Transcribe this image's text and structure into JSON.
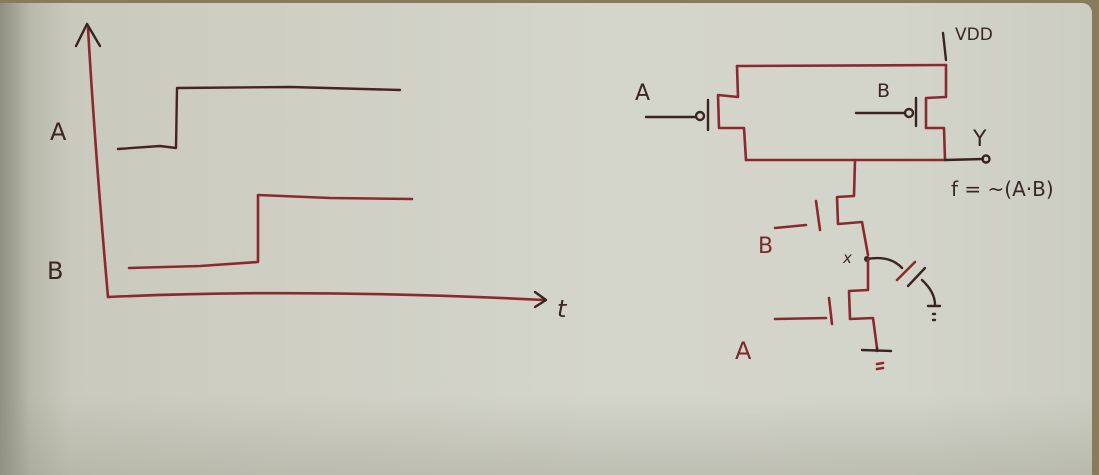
{
  "timing_diagram": {
    "y_axis_label": "",
    "x_axis_label": "t",
    "signals": [
      {
        "name": "A",
        "initial": 0,
        "transition_t": 1,
        "final": 1
      },
      {
        "name": "B",
        "initial": 0,
        "transition_t": 2,
        "final": 1
      }
    ]
  },
  "schematic": {
    "supply_label": "VDD",
    "output_label": "Y",
    "output_expression": "f = ~(A·B)",
    "pmos": [
      {
        "gate_label": "A"
      },
      {
        "gate_label": "B"
      }
    ],
    "nmos": [
      {
        "gate_label": "B"
      },
      {
        "gate_label": "A"
      }
    ],
    "internal_node_label": "x",
    "ground_symbol": "="
  },
  "colors": {
    "paper": "#d2d3c9",
    "ink_red": "#8a2a2e",
    "ink_dark": "#3a2422",
    "background": "#8a7a5c"
  }
}
